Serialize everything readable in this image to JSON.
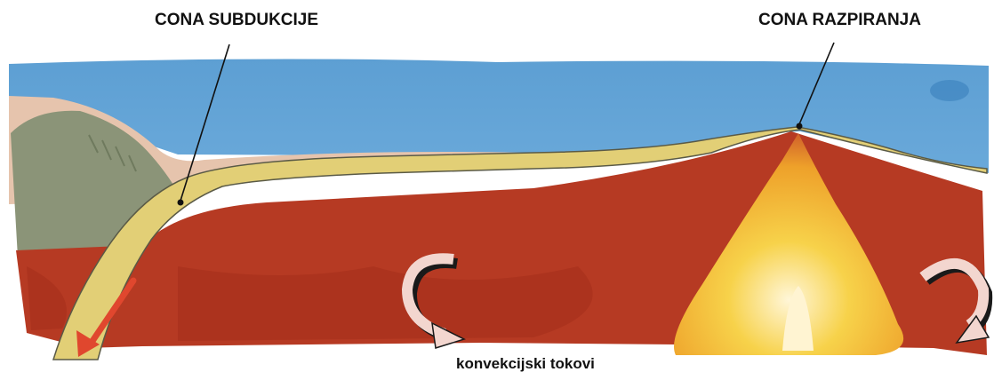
{
  "labels": {
    "subduction_zone": "CONA SUBDUKCIJE",
    "spreading_zone": "CONA RAZPIRANJA",
    "convection_currents": "konvekcijski tokovi"
  },
  "colors": {
    "ocean": "#5b9fd2",
    "sediment": "#e6c4ad",
    "continent": "#8b9478",
    "oceanic_crust": "#e2cf76",
    "mantle": "#b63a23",
    "magma": "#f3c33a",
    "magma_core": "#fff4d2",
    "arrow_red": "#e0472e",
    "convection_arrow": "#f3d6cf"
  }
}
